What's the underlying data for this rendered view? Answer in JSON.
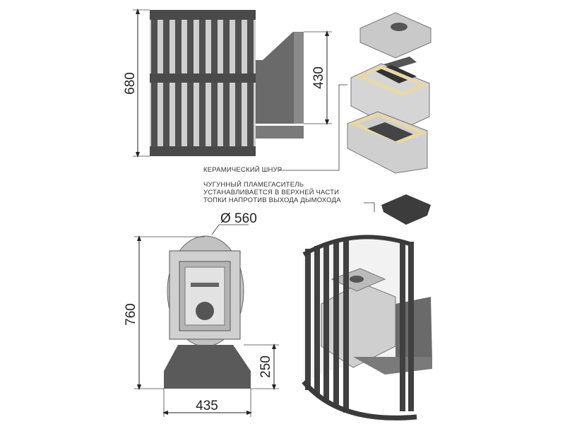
{
  "dimensions": {
    "front_height": "680",
    "chimney_height": "430",
    "diameter": "Ø 560",
    "total_height": "760",
    "base_height": "250",
    "base_width": "435"
  },
  "notes": {
    "ceramic_cord": "КЕРАМИЧЕСКИЙ ШНУР",
    "flame_arrester": [
      "ЧУГУННЫЙ ПЛАМЕГАСИТЕЛЬ",
      "УСТАНАВЛИВАЕТСЯ В ВЕРХНЕЙ ЧАСТИ",
      "ТОПКИ НАПРОТИВ ВЫХОДА ДЫМОХОДА"
    ]
  },
  "colors": {
    "metal": "#5a5a5a",
    "dark": "#3a3a3a",
    "light": "#d8d8d8",
    "cord": "#e6d9a8"
  }
}
